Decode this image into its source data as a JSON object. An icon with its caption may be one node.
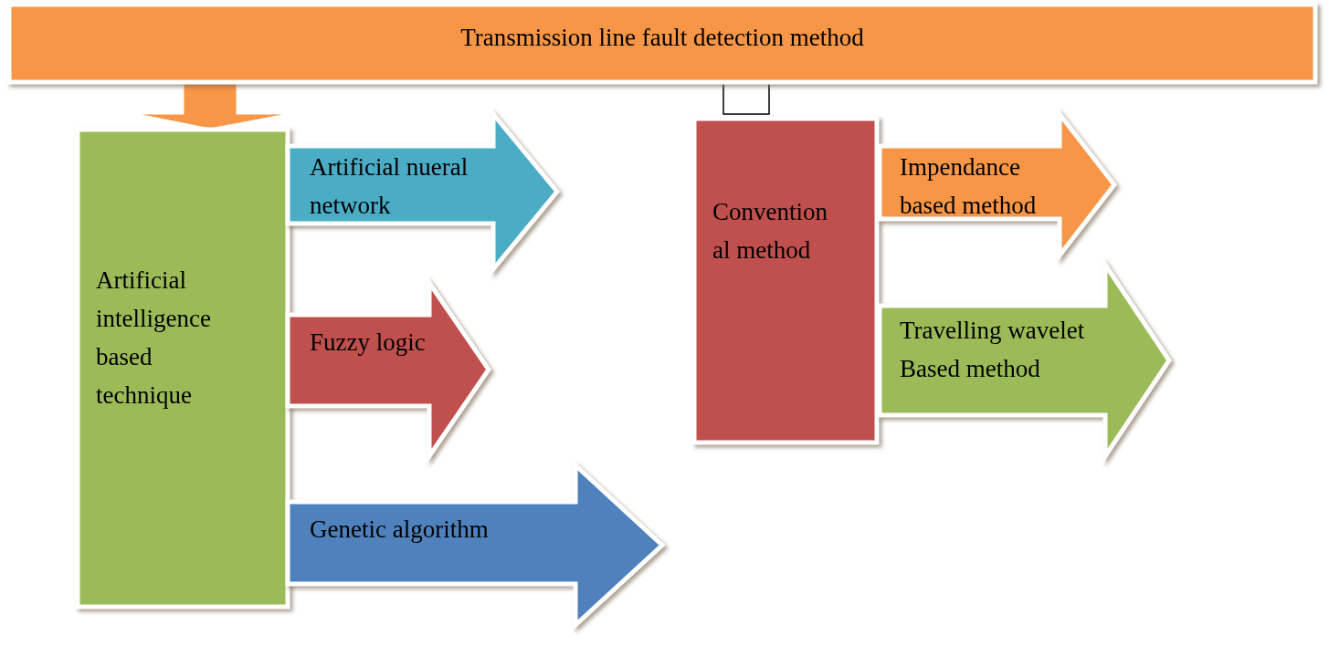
{
  "diagram": {
    "nodes": [
      {
        "text": [
          "Transmission line fault detection method"
        ]
      },
      {
        "text": [
          "Artificial intelligence based technique"
        ]
      },
      {
        "text": [
          "Artificial nueral network"
        ]
      },
      {
        "text": [
          "Fuzzy logic"
        ]
      },
      {
        "text": [
          "Genetic algorithm"
        ]
      },
      {
        "text": [
          "Convention al method"
        ]
      },
      {
        "text": [
          "Impendance based method"
        ]
      },
      {
        "text": [
          "Travelling wavelet Based method"
        ]
      }
    ],
    "edges": [
      {
        "from": 0,
        "to": 1,
        "arrow": "to",
        "style": "thick"
      },
      {
        "from": 0,
        "to": 5,
        "arrow": "none"
      }
    ]
  }
}
